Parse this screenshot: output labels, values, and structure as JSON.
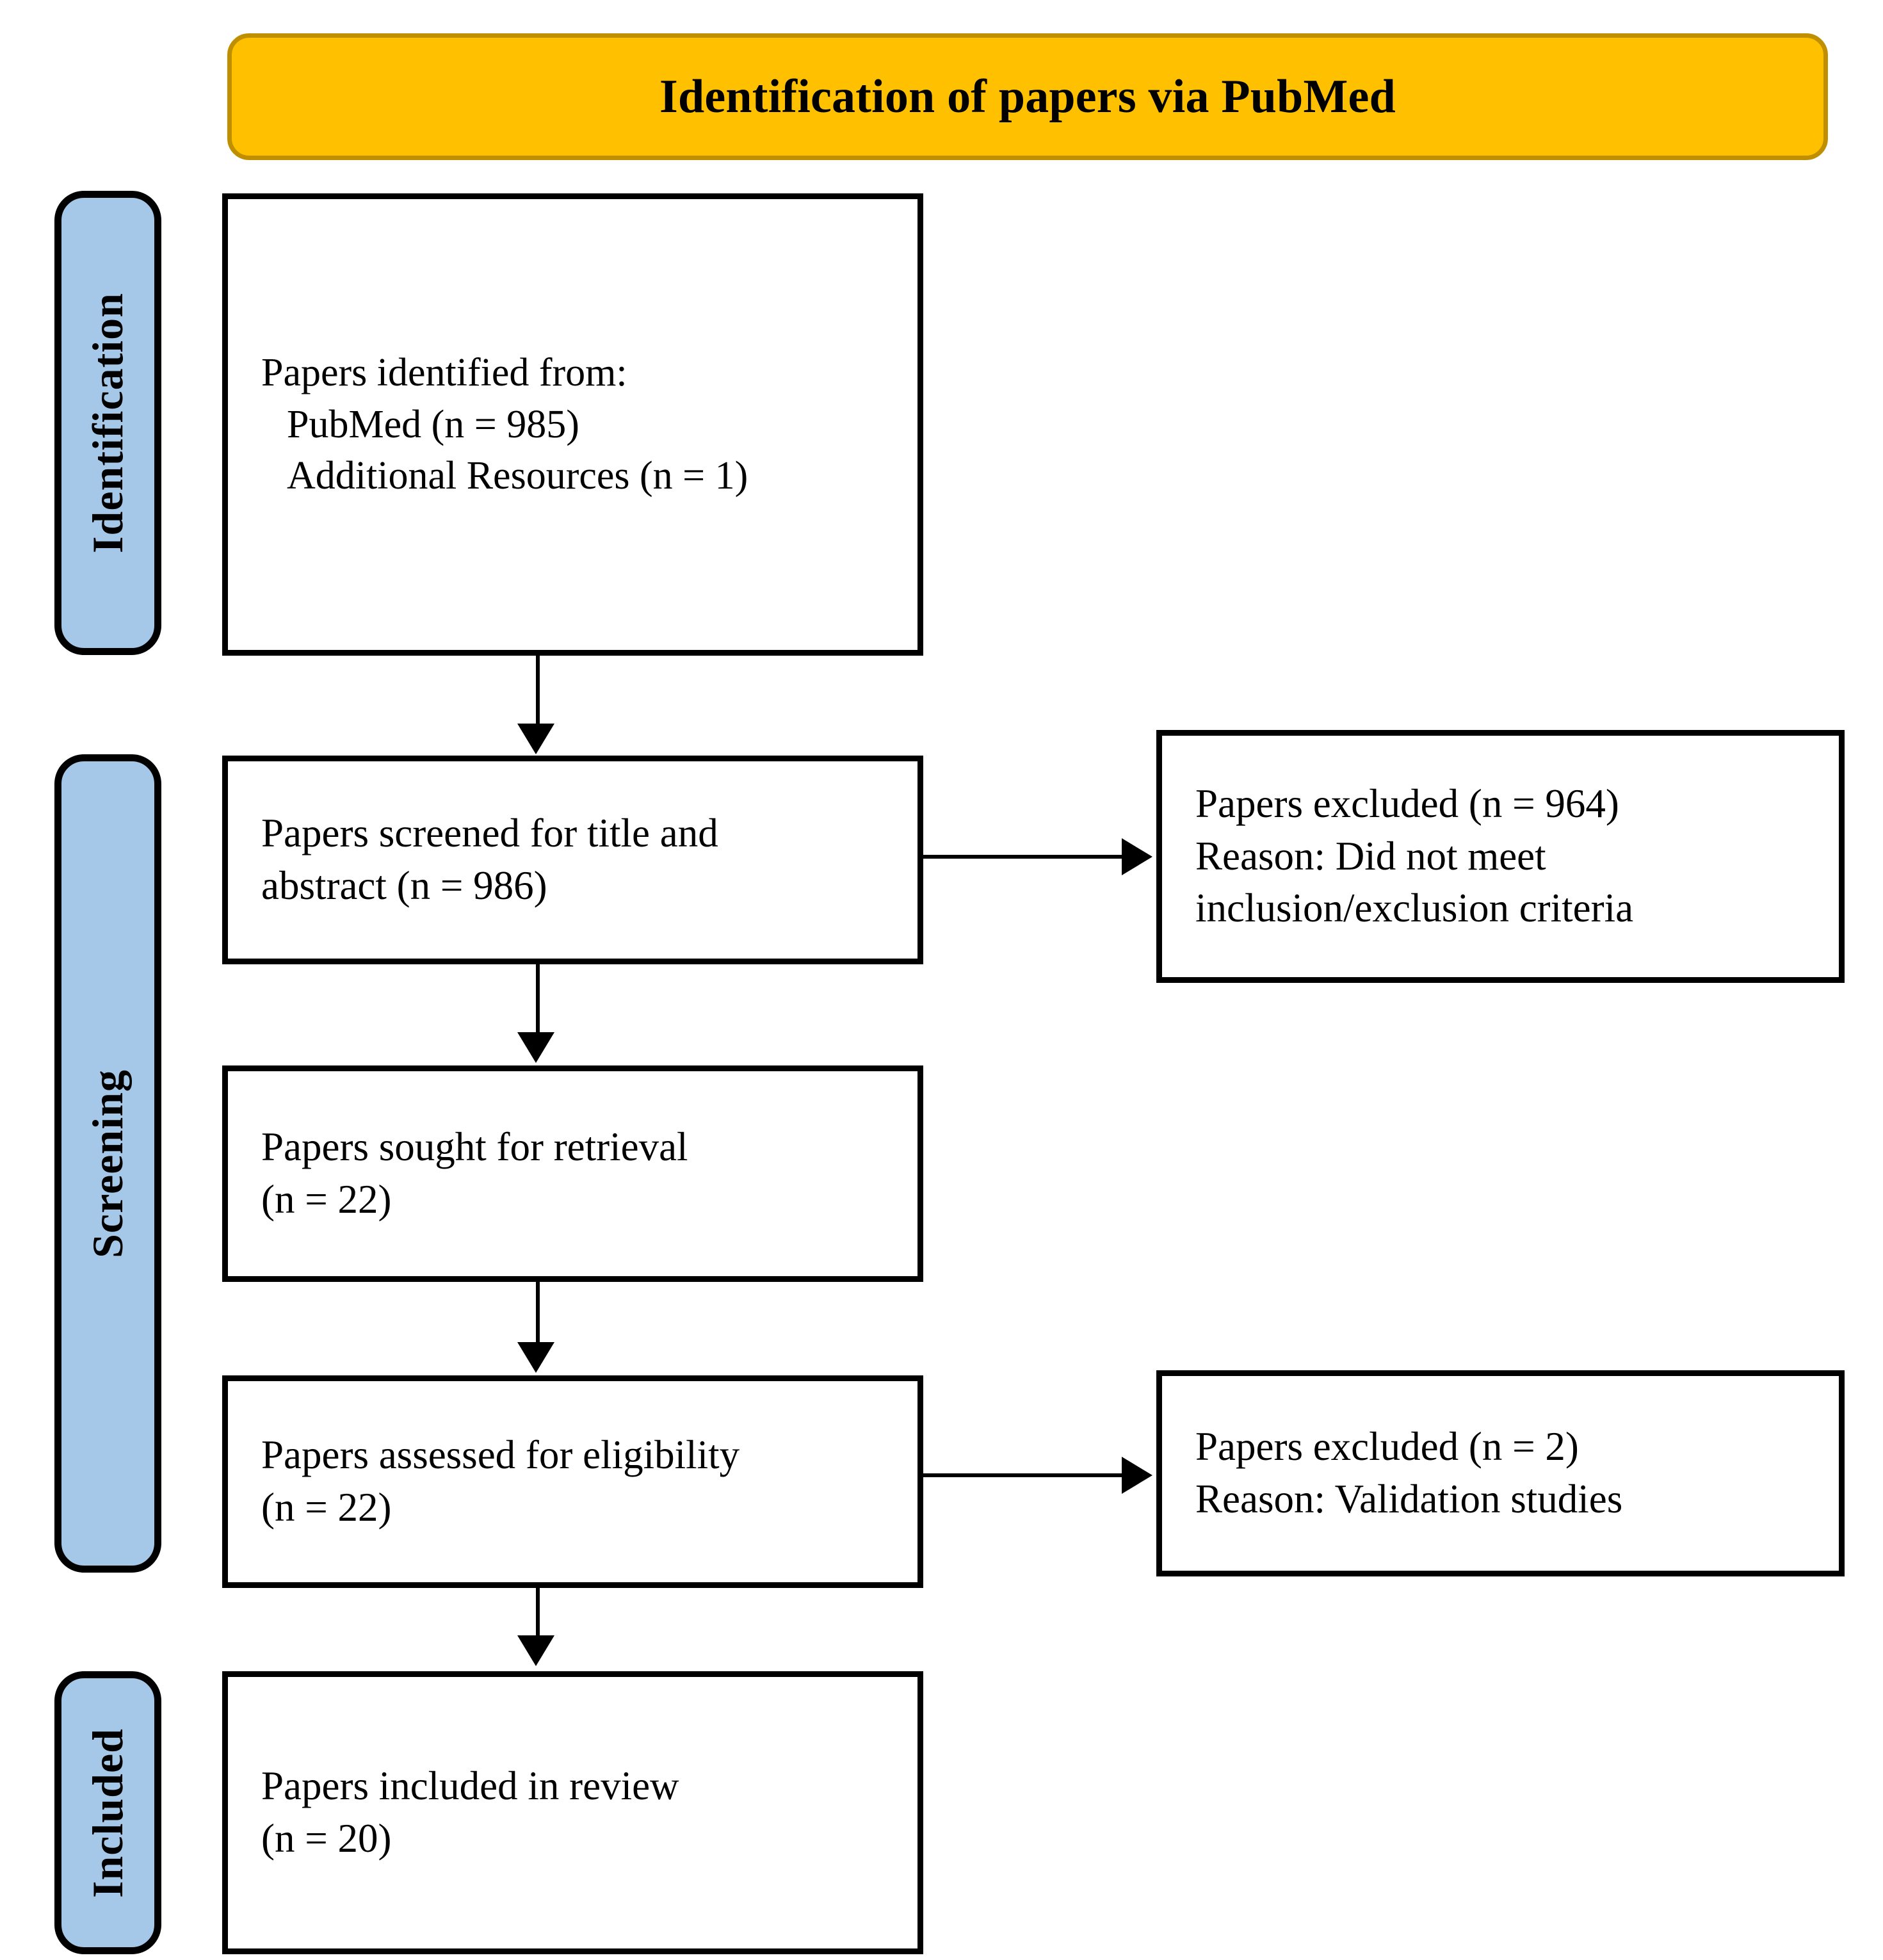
{
  "banner": {
    "title": "Identification of papers via PubMed",
    "fill_color": "#FFC000",
    "border_color": "#BF8F00"
  },
  "stage_labels": {
    "fill_color": "#A5C8E8",
    "border_color": "#000000",
    "identification": "Identification",
    "screening": "Screening",
    "included": "Included"
  },
  "boxes": {
    "identified": {
      "line1": "Papers identified from:",
      "line2": "PubMed (n = 985)",
      "line3": "Additional Resources (n = 1)"
    },
    "screened": {
      "line1": "Papers screened for title and",
      "line2": "abstract (n = 986)"
    },
    "excluded_screening": {
      "line1": "Papers excluded (n = 964)",
      "line2": "Reason: Did not meet",
      "line3": "inclusion/exclusion criteria"
    },
    "retrieval": {
      "line1": "Papers sought for retrieval",
      "line2": "(n = 22)"
    },
    "eligibility": {
      "line1": "Papers assessed for eligibility",
      "line2": "(n = 22)"
    },
    "excluded_eligibility": {
      "line1": "Papers excluded (n = 2)",
      "line2": "Reason: Validation studies"
    },
    "included": {
      "line1": "Papers included in review",
      "line2": "(n = 20)"
    }
  },
  "chart_data": {
    "type": "diagram",
    "title": "Identification of papers via PubMed",
    "nodes": [
      {
        "id": "identified",
        "stage": "Identification",
        "label": "Papers identified from: PubMed (n = 985); Additional Resources (n = 1)",
        "n": 986
      },
      {
        "id": "screened",
        "stage": "Screening",
        "label": "Papers screened for title and abstract",
        "n": 986
      },
      {
        "id": "excluded_screening",
        "stage": "Screening",
        "label": "Papers excluded - Reason: Did not meet inclusion/exclusion criteria",
        "n": 964
      },
      {
        "id": "retrieval",
        "stage": "Screening",
        "label": "Papers sought for retrieval",
        "n": 22
      },
      {
        "id": "eligibility",
        "stage": "Screening",
        "label": "Papers assessed for eligibility",
        "n": 22
      },
      {
        "id": "excluded_eligibility",
        "stage": "Screening",
        "label": "Papers excluded - Reason: Validation studies",
        "n": 2
      },
      {
        "id": "included",
        "stage": "Included",
        "label": "Papers included in review",
        "n": 20
      }
    ],
    "edges": [
      {
        "from": "identified",
        "to": "screened",
        "direction": "down"
      },
      {
        "from": "screened",
        "to": "excluded_screening",
        "direction": "right"
      },
      {
        "from": "screened",
        "to": "retrieval",
        "direction": "down"
      },
      {
        "from": "retrieval",
        "to": "eligibility",
        "direction": "down"
      },
      {
        "from": "eligibility",
        "to": "excluded_eligibility",
        "direction": "right"
      },
      {
        "from": "eligibility",
        "to": "included",
        "direction": "down"
      }
    ]
  }
}
